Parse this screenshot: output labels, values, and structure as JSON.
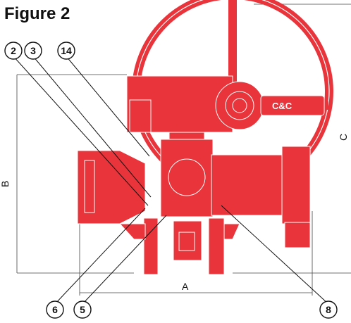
{
  "figure": {
    "title": "Figure 2"
  },
  "dimensions": {
    "a": "A",
    "b": "B",
    "c": "C"
  },
  "brand": "C&C",
  "callouts": [
    {
      "id": "2"
    },
    {
      "id": "3"
    },
    {
      "id": "14"
    },
    {
      "id": "6"
    },
    {
      "id": "5"
    },
    {
      "id": "8"
    }
  ],
  "colors": {
    "valve": "#e8343a",
    "line": "#111111",
    "white": "#ffffff"
  }
}
